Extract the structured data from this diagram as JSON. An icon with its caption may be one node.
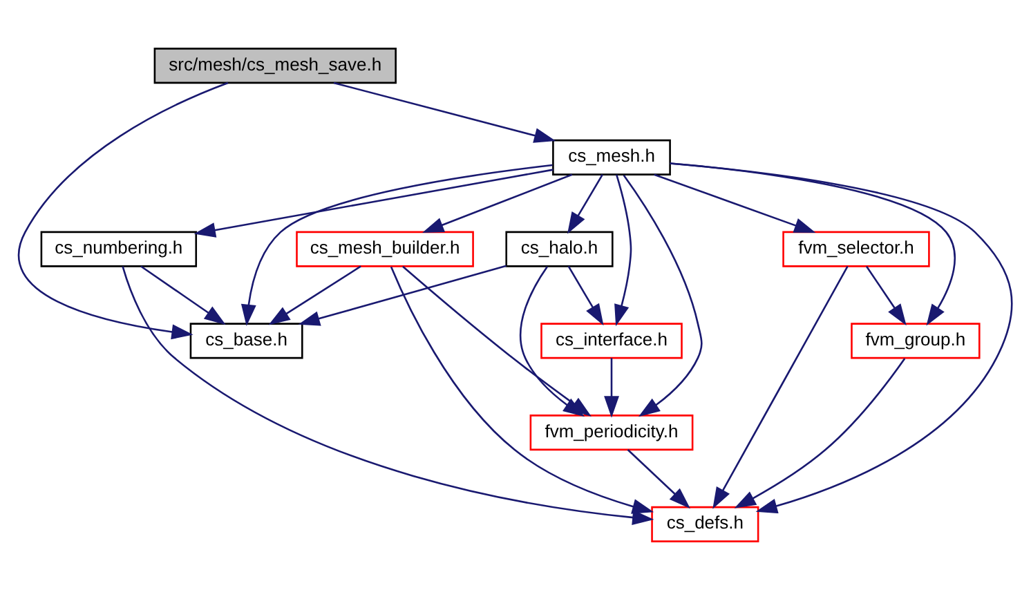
{
  "diagram": {
    "nodes": [
      {
        "text": [
          "src/mesh/cs_mesh_save.h"
        ]
      },
      {
        "text": [
          "cs_mesh.h"
        ]
      },
      {
        "text": [
          "fvm_selector.h"
        ]
      },
      {
        "text": [
          "cs_halo.h"
        ]
      },
      {
        "text": [
          "cs_mesh_builder.h"
        ]
      },
      {
        "text": [
          "cs_numbering.h"
        ]
      },
      {
        "text": [
          "fvm_group.h"
        ]
      },
      {
        "text": [
          "cs_interface.h"
        ]
      },
      {
        "text": [
          "cs_base.h"
        ]
      },
      {
        "text": [
          "fvm_periodicity.h"
        ]
      },
      {
        "text": [
          "cs_defs.h"
        ]
      }
    ],
    "edges": [
      {
        "from": 0,
        "to": 1,
        "arrow": "to"
      },
      {
        "from": 0,
        "to": 8,
        "arrow": "to"
      },
      {
        "from": 1,
        "to": 2,
        "arrow": "to"
      },
      {
        "from": 1,
        "to": 6,
        "arrow": "to"
      },
      {
        "from": 1,
        "to": 9,
        "arrow": "to"
      },
      {
        "from": 1,
        "to": 7,
        "arrow": "to"
      },
      {
        "from": 1,
        "to": 3,
        "arrow": "to"
      },
      {
        "from": 1,
        "to": 4,
        "arrow": "to"
      },
      {
        "from": 1,
        "to": 8,
        "arrow": "to"
      },
      {
        "from": 1,
        "to": 5,
        "arrow": "to"
      },
      {
        "from": 1,
        "to": 10,
        "arrow": "to"
      },
      {
        "from": 2,
        "to": 6,
        "arrow": "to"
      },
      {
        "from": 2,
        "to": 10,
        "arrow": "to"
      },
      {
        "from": 3,
        "to": 7,
        "arrow": "to"
      },
      {
        "from": 3,
        "to": 9,
        "arrow": "to"
      },
      {
        "from": 3,
        "to": 8,
        "arrow": "to"
      },
      {
        "from": 4,
        "to": 9,
        "arrow": "to"
      },
      {
        "from": 4,
        "to": 8,
        "arrow": "to"
      },
      {
        "from": 4,
        "to": 10,
        "arrow": "to"
      },
      {
        "from": 5,
        "to": 8,
        "arrow": "to"
      },
      {
        "from": 5,
        "to": 10,
        "arrow": "to"
      },
      {
        "from": 6,
        "to": 10,
        "arrow": "to"
      },
      {
        "from": 7,
        "to": 9,
        "arrow": "to"
      },
      {
        "from": 9,
        "to": 10,
        "arrow": "to"
      }
    ]
  }
}
